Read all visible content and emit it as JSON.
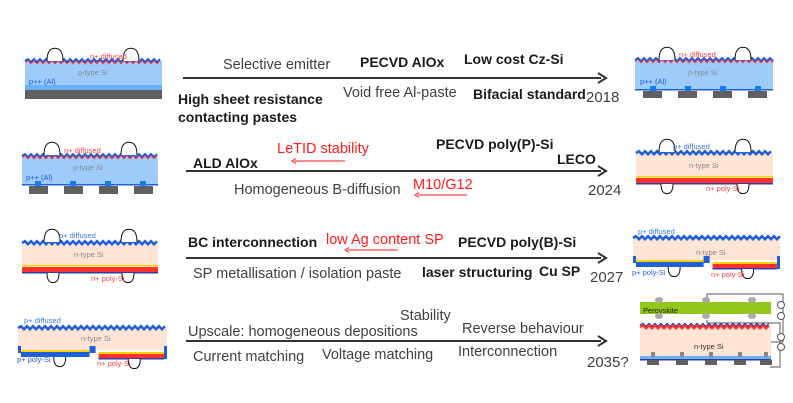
{
  "colors": {
    "p_type_si": "#9dcbfa",
    "n_type_si": "#fde4d4",
    "n_plus": "#ff3030",
    "p_plus": "#1f5fd8",
    "contact": "#606060",
    "perovskite": "#92c81a",
    "timeline": "#333333",
    "highlight": "#ff1a1a"
  },
  "cell_labels": {
    "n_diffused": "n+ diffused",
    "p_diffused": "p+ diffused",
    "p_type": "p-type Si",
    "n_type": "n-type Si",
    "p_al": "p++ (Al)",
    "n_poly": "n+ poly-Si",
    "p_poly": "p+ poly-Si",
    "perovskite": "Perovskite"
  },
  "rows": [
    {
      "year": "2018",
      "items": [
        {
          "text": "Selective emitter",
          "style": "normal"
        },
        {
          "text": "PECVD AlOx",
          "style": "bold"
        },
        {
          "text": "Low cost Cz-Si",
          "style": "bold"
        },
        {
          "text": "High sheet resistance",
          "style": "bold"
        },
        {
          "text": "contacting pastes",
          "style": "bold"
        },
        {
          "text": "Void free Al-paste",
          "style": "normal"
        },
        {
          "text": "Bifacial standard",
          "style": "bold"
        }
      ]
    },
    {
      "year": "2024",
      "items": [
        {
          "text": "LeTID stability",
          "style": "red"
        },
        {
          "text": "ALD AlOx",
          "style": "bold"
        },
        {
          "text": "PECVD poly(P)-Si",
          "style": "bold"
        },
        {
          "text": "LECO",
          "style": "bold"
        },
        {
          "text": "Homogeneous B-diffusion",
          "style": "normal"
        },
        {
          "text": "M10/G12",
          "style": "red"
        }
      ]
    },
    {
      "year": "2027",
      "items": [
        {
          "text": "BC interconnection",
          "style": "bold"
        },
        {
          "text": "low Ag content SP",
          "style": "red"
        },
        {
          "text": "PECVD poly(B)-Si",
          "style": "bold"
        },
        {
          "text": "SP metallisation / isolation paste",
          "style": "normal"
        },
        {
          "text": "laser structuring",
          "style": "bold"
        },
        {
          "text": "Cu SP",
          "style": "bold"
        }
      ]
    },
    {
      "year": "2035?",
      "items": [
        {
          "text": "Stability",
          "style": "normal"
        },
        {
          "text": "Upscale: homogeneous depositions",
          "style": "normal"
        },
        {
          "text": "Reverse behaviour",
          "style": "normal"
        },
        {
          "text": "Current matching",
          "style": "normal"
        },
        {
          "text": "Voltage matching",
          "style": "normal"
        },
        {
          "text": "Interconnection",
          "style": "normal"
        }
      ]
    }
  ]
}
